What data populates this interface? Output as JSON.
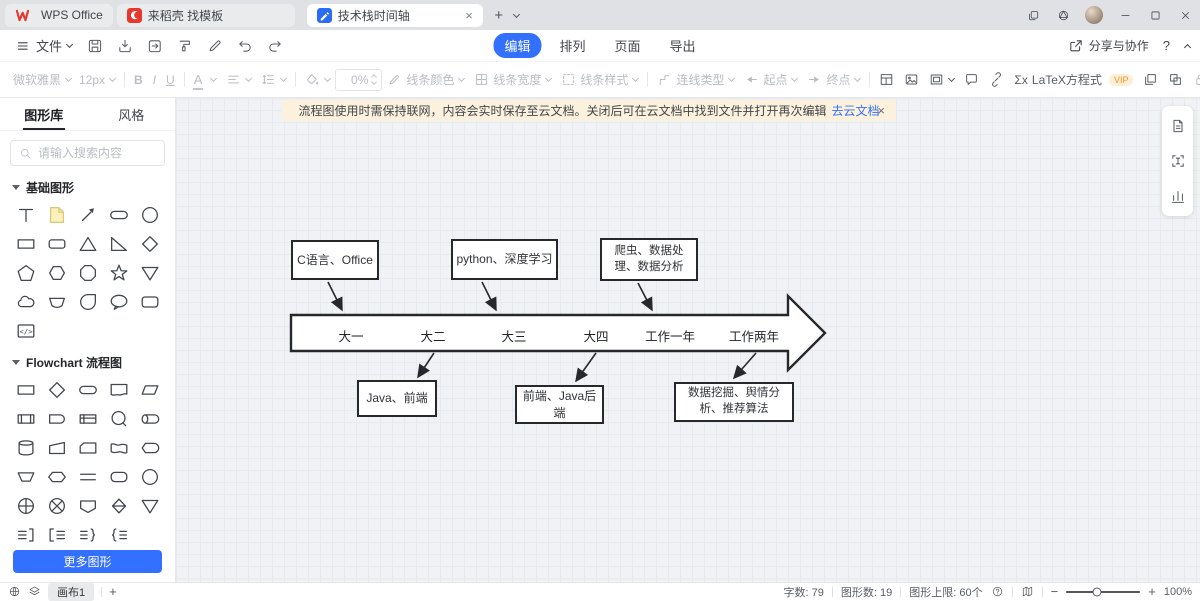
{
  "colors": {
    "accent": "#3370ff",
    "wps_red": "#e6382e",
    "banner_bg": "#fcf1dc",
    "vip_orange": "#f59a23"
  },
  "titlebar": {
    "tabs": [
      {
        "label": "WPS Office",
        "icon": "wps-logo"
      },
      {
        "label": "来稻壳 找模板",
        "icon": "docer-logo"
      },
      {
        "label": "技术栈时间轴",
        "icon": "flowchart-doc",
        "active": true
      }
    ],
    "close_tab": "×",
    "new_tab": "+",
    "window_icons": [
      "stacked-windows",
      "globe",
      "avatar",
      "minimize",
      "maximize",
      "close"
    ]
  },
  "menubar": {
    "file": "文件",
    "icons": [
      "save",
      "download",
      "export",
      "format-painter",
      "edit-pencil",
      "undo",
      "redo"
    ],
    "tabs": [
      {
        "label": "编辑",
        "active": true
      },
      {
        "label": "排列"
      },
      {
        "label": "页面"
      },
      {
        "label": "导出"
      }
    ],
    "share": "分享与协作",
    "help": "?"
  },
  "toolbar": {
    "font_name": "微软雅黑",
    "font_size": "12px",
    "bold": "B",
    "italic": "I",
    "underline": "U",
    "font_color": "A",
    "opacity": "0%",
    "line_color": "线条颜色",
    "line_width": "线条宽度",
    "line_style": "线条样式",
    "connector_type": "连线类型",
    "start_point": "起点",
    "end_point": "终点",
    "latex_sigma": "Σx",
    "latex": "LaTeX方程式",
    "vip": "VIP",
    "icons": [
      "layout",
      "image",
      "slide-frame",
      "comment",
      "link",
      "bring-front",
      "combine",
      "lock",
      "more-right"
    ]
  },
  "sidebar": {
    "tabs": [
      {
        "label": "图形库",
        "active": true
      },
      {
        "label": "风格"
      }
    ],
    "search_placeholder": "请输入搜索内容",
    "sections": [
      {
        "title": "基础图形",
        "shapes": [
          "text",
          "sticky-note",
          "arrow",
          "stadium",
          "circle",
          "rectangle",
          "rounded-rectangle",
          "triangle",
          "right-triangle",
          "diamond",
          "pentagon",
          "hexagon",
          "octagon",
          "star",
          "triangle-down",
          "cloud",
          "curved-trapezoid",
          "teardrop",
          "speech-bubble",
          "rounded-box",
          "code-block"
        ]
      },
      {
        "title": "Flowchart 流程图",
        "shapes": [
          "process",
          "decision",
          "terminator",
          "document",
          "parallelogram",
          "predefined-process",
          "delay",
          "internal-storage",
          "or-junction",
          "direct-access-storage",
          "database",
          "manual-operation",
          "card",
          "punched-tape",
          "display",
          "manual-input",
          "preparation",
          "parallel-mode",
          "alternate-process",
          "connector",
          "summing-junction",
          "or-cross",
          "off-page",
          "collate",
          "merge",
          "annotation-right",
          "annotation-left",
          "brace-right",
          "brace-left"
        ]
      }
    ],
    "more_button": "更多图形"
  },
  "banner": {
    "text": "流程图使用时需保持联网，内容会实时保存至云文档。关闭后可在云文档中找到文件并打开再次编辑",
    "link": "去云文档",
    "close": "×"
  },
  "diagram": {
    "top_boxes": [
      "C语言、Office",
      "python、深度学习",
      "爬虫、数据处理、数据分析"
    ],
    "timeline_labels": [
      "大一",
      "大二",
      "大三",
      "大四",
      "工作一年",
      "工作两年"
    ],
    "bottom_boxes": [
      "Java、前端",
      "前端、Java后端",
      "数据挖掘、舆情分析、推荐算法"
    ]
  },
  "right_panel": {
    "icons": [
      "document-outline",
      "frame-text",
      "bar-chart"
    ]
  },
  "statusbar": {
    "icons": [
      "globe",
      "layers",
      "overview-map",
      "question-circle"
    ],
    "canvas_tab": "画布1",
    "add_canvas": "+",
    "stats": [
      {
        "label": "字数:",
        "value": "79"
      },
      {
        "label": "图形数:",
        "value": "19"
      },
      {
        "label": "图形上限:",
        "value": "60个"
      }
    ],
    "zoom": "100%"
  }
}
